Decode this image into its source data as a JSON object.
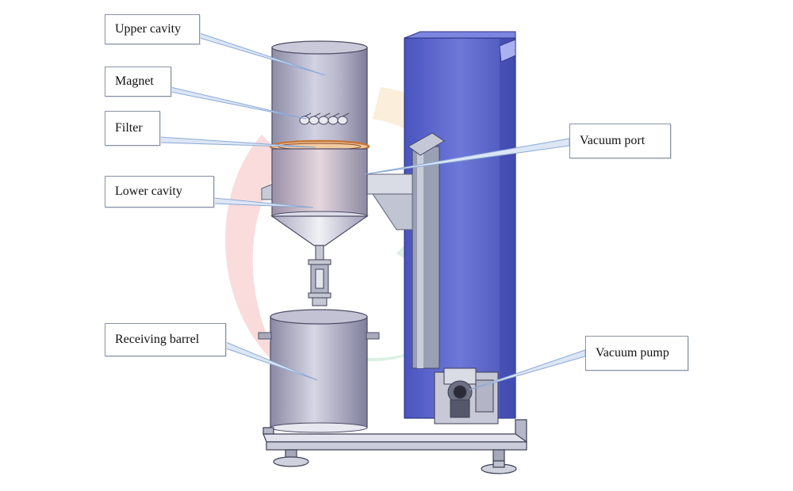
{
  "labels": {
    "upper_cavity": "Upper cavity",
    "magnet": "Magnet",
    "filter": "Filter",
    "lower_cavity": "Lower cavity",
    "receiving_barrel": "Receiving barrel",
    "vacuum_port": "Vacuum port",
    "vacuum_pump": "Vacuum pump"
  },
  "colors": {
    "frame_blue": "#5560c8",
    "frame_blue_light": "#8f97e6",
    "cavity_grey": "#8a8aa8",
    "filter_ring": "#c8773a",
    "leader_line": "#8aa9d6",
    "label_border": "#8a93a3"
  }
}
